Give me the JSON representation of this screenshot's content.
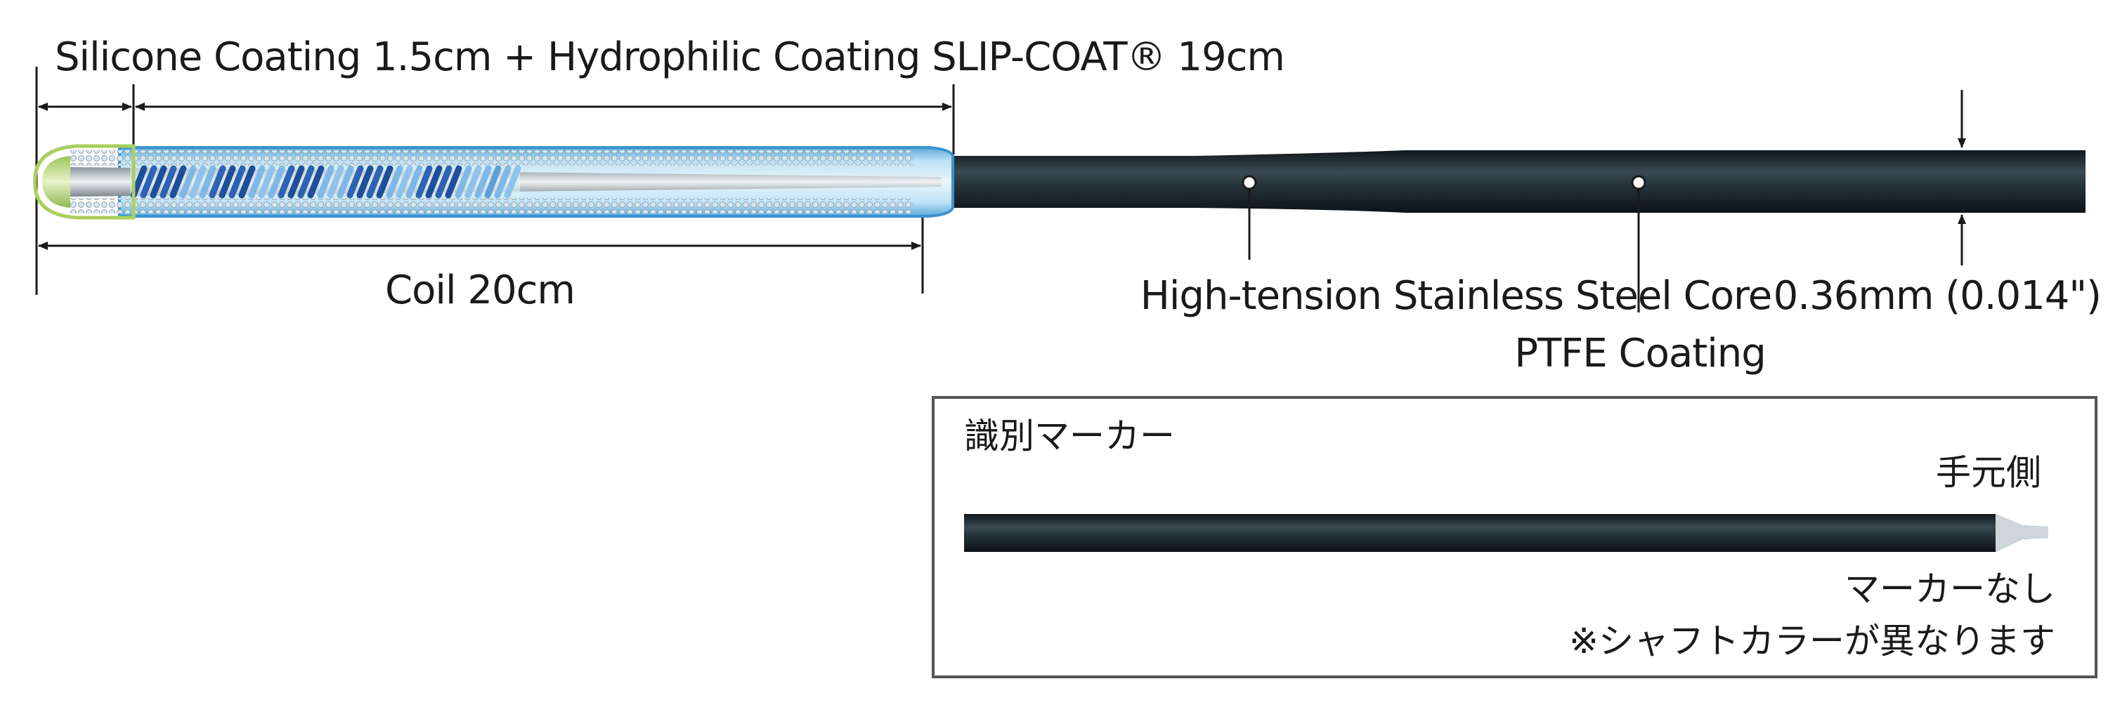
{
  "labels": {
    "top_coating": "Silicone Coating 1.5cm + Hydrophilic Coating SLIP-COAT® 19cm",
    "coil": "Coil 20cm",
    "core": "High-tension Stainless Steel Core",
    "ptfe": "PTFE Coating",
    "diameter": "0.36mm (0.014\")"
  },
  "marker_box": {
    "title": "識別マーカー",
    "proximal_side": "手元側",
    "no_marker": "マーカーなし",
    "note": "※シャフトカラーが異なります"
  },
  "colors": {
    "shaft": "#1f2a30",
    "coating_blue": "#9fd0ec",
    "coil_dark": "#1f4f9a",
    "coil_light": "#7fb7e6",
    "silicone_green": "#b9d77a",
    "box_border": "#555555"
  }
}
